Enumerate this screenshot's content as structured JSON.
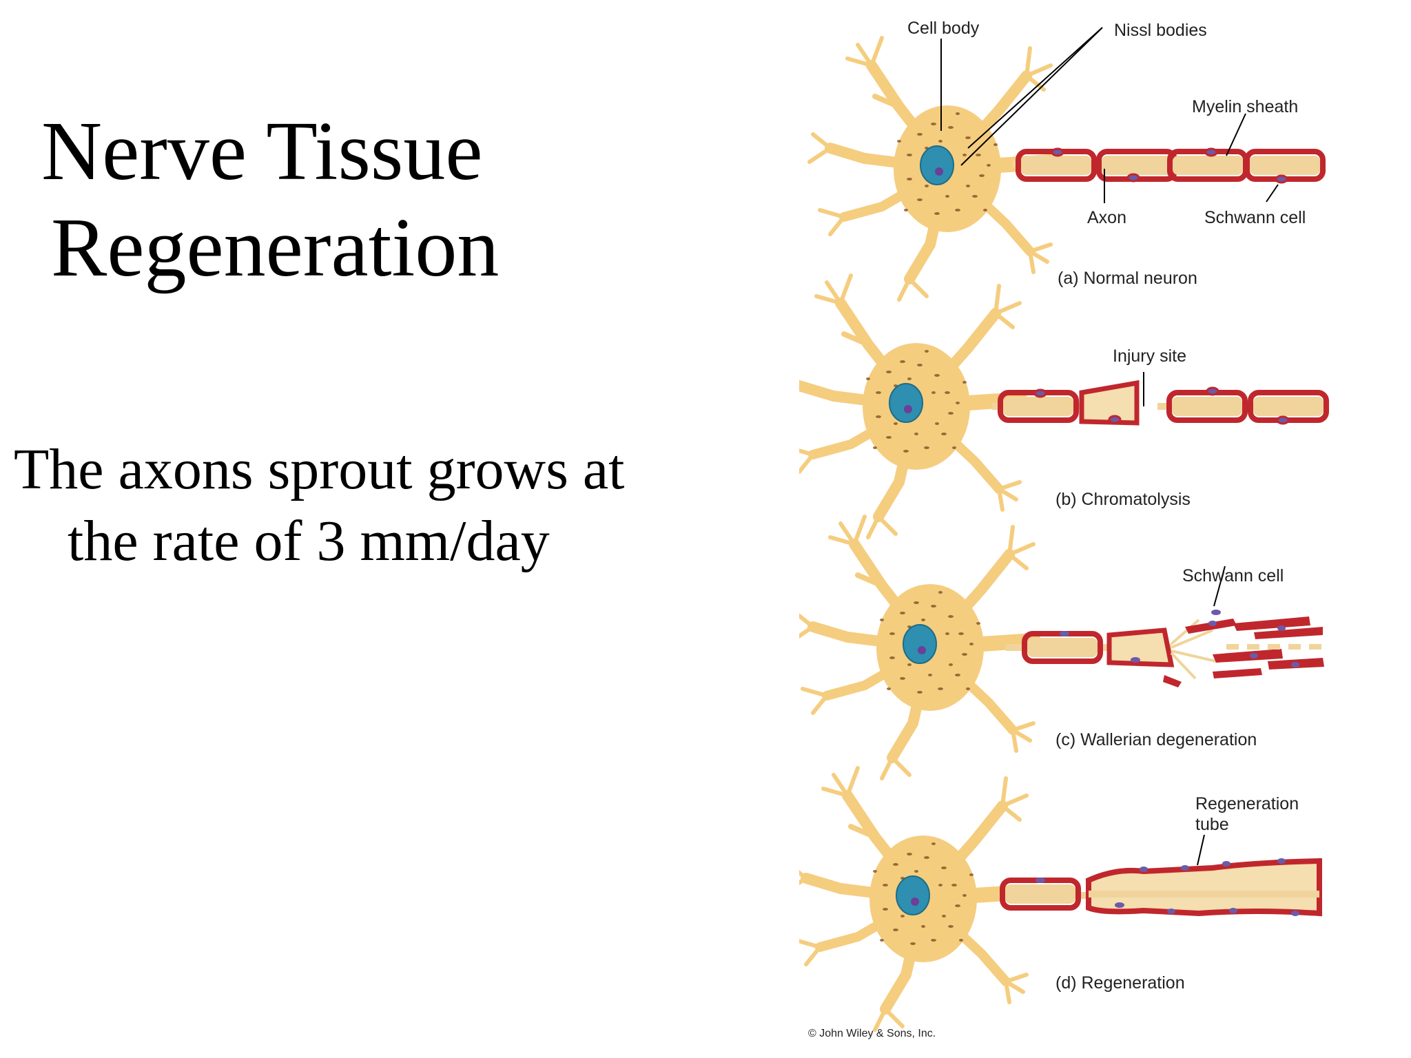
{
  "slide": {
    "title_line1": "Nerve Tissue",
    "title_line2": "Regeneration",
    "body_line1": "The axons sprout grows at",
    "body_line2": "the  rate of 3 mm/day"
  },
  "figure": {
    "labels": {
      "cell_body": "Cell body",
      "nissl_bodies": "Nissl bodies",
      "myelin_sheath": "Myelin sheath",
      "axon": "Axon",
      "schwann_cell": "Schwann cell",
      "injury_site": "Injury site",
      "schwann_cell_c": "Schwann cell",
      "regeneration_tube_1": "Regeneration",
      "regeneration_tube_2": "tube"
    },
    "panel_captions": [
      "(a) Normal neuron",
      "(b) Chromatolysis",
      "(c) Wallerian degeneration",
      "(d) Regeneration"
    ],
    "copyright": "© John Wiley & Sons, Inc.",
    "colors": {
      "cell": "#F5CD7F",
      "cell_outline": "#D9A94C",
      "nissl": "#8A5A2B",
      "nucleus": "#2E8FB0",
      "nucleolus": "#6B3F9A",
      "myelin": "#C0272D",
      "axon": "#F0D49B"
    }
  }
}
